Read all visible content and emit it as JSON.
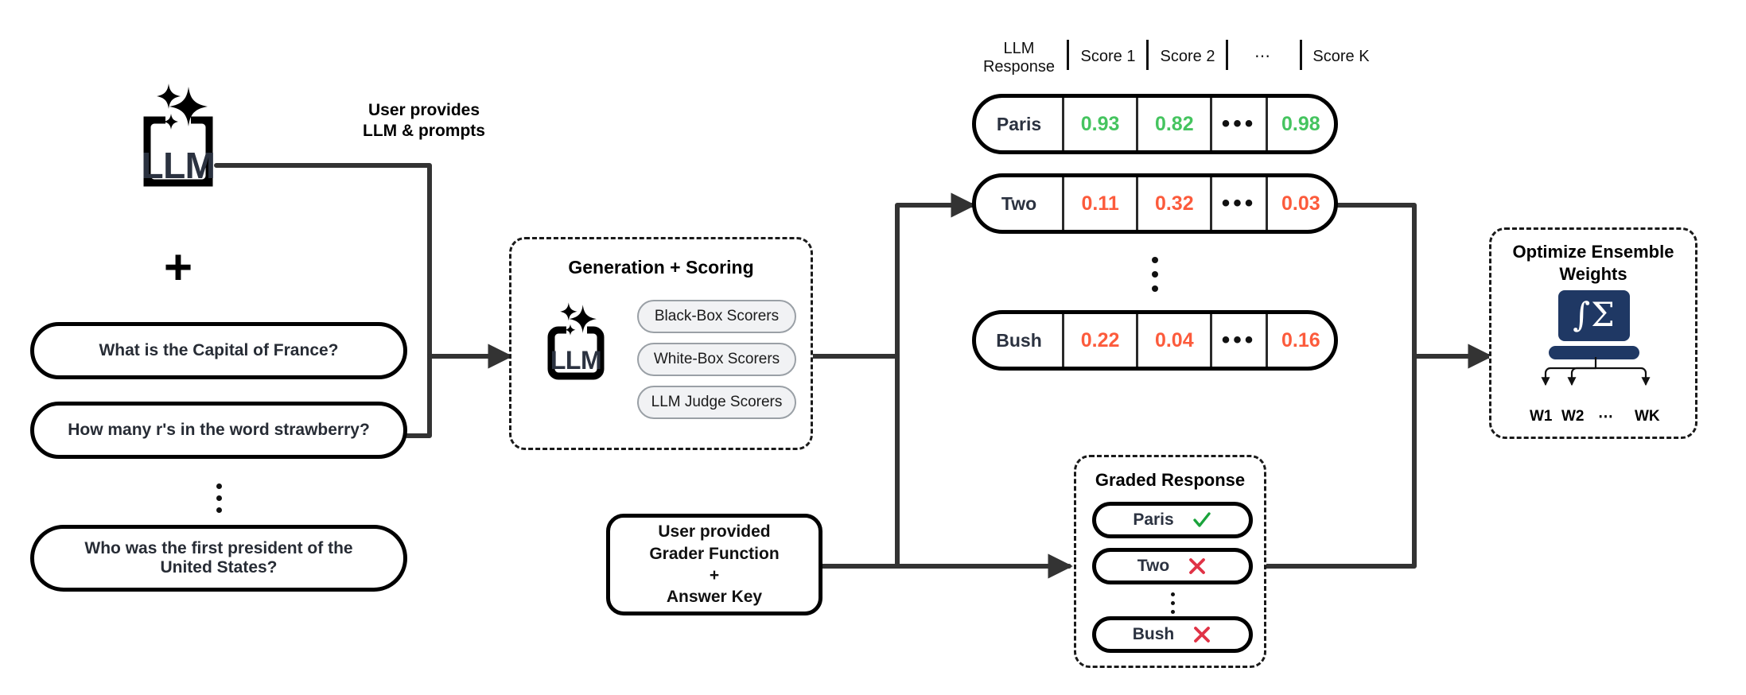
{
  "input": {
    "llm_icon_label": "LLM",
    "plus_symbol": "+",
    "arrow_label": "User provides\nLLM & prompts",
    "arrow_label_line1": "User provides",
    "arrow_label_line2": "LLM & prompts",
    "prompts": [
      {
        "text": "What is the Capital of France?"
      },
      {
        "text": "How many r's in the word strawberry?"
      },
      {
        "text": "Who was the first president of the United States?"
      }
    ],
    "ellipsis": "⋮"
  },
  "generation": {
    "title": "Generation + Scoring",
    "llm_icon_label": "LLM",
    "scorers": [
      {
        "label": "Black-Box Scorers"
      },
      {
        "label": "White-Box Scorers"
      },
      {
        "label": "LLM Judge Scorers"
      }
    ]
  },
  "grader_input": {
    "line1": "User provided",
    "line2": "Grader Function",
    "line3": "+",
    "line4": "Answer Key"
  },
  "score_table": {
    "headers": [
      {
        "label": "LLM\nResponse",
        "line1": "LLM",
        "line2": "Response"
      },
      {
        "label": "Score 1"
      },
      {
        "label": "Score 2"
      },
      {
        "label": "⋯"
      },
      {
        "label": "Score K"
      }
    ],
    "rows": [
      {
        "response": "Paris",
        "values": [
          "0.93",
          "0.82",
          "•••",
          "0.98"
        ],
        "tone": "good"
      },
      {
        "response": "Two",
        "values": [
          "0.11",
          "0.32",
          "•••",
          "0.03"
        ],
        "tone": "bad"
      },
      {
        "response": "Bush",
        "values": [
          "0.22",
          "0.04",
          "•••",
          "0.16"
        ],
        "tone": "bad"
      }
    ],
    "row_gap_ellipsis": "⋮",
    "good_color": "#45c45f",
    "bad_color": "#fc5b3c"
  },
  "graded_response": {
    "title": "Graded Response",
    "items": [
      {
        "label": "Paris",
        "mark": "check"
      },
      {
        "label": "Two",
        "mark": "cross"
      },
      {
        "label": "Bush",
        "mark": "cross"
      }
    ],
    "ellipsis": "⋮",
    "check_color": "#1aa33b",
    "cross_color": "#e03346"
  },
  "optimize": {
    "title_line1": "Optimize Ensemble",
    "title_line2": "Weights",
    "icon_symbols": "∫Σ",
    "icon_color": "#1f3864",
    "weights": [
      {
        "label": "W1"
      },
      {
        "label": "W2"
      },
      {
        "label": "⋯"
      },
      {
        "label": "WK"
      }
    ]
  }
}
